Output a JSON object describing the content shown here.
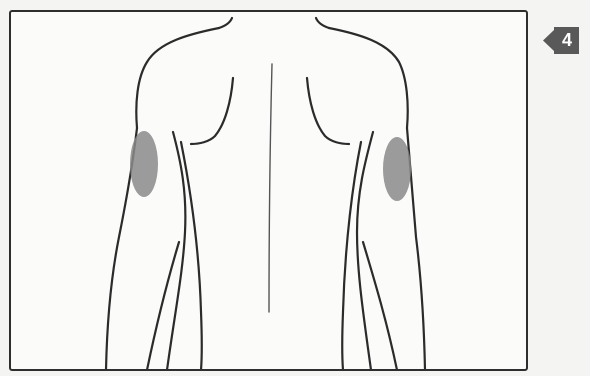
{
  "step_badge": {
    "number": "4",
    "color": "#595959"
  },
  "figure": {
    "outline_color": "#2b2b2b",
    "injection_site_color": "#8a8a8a",
    "injection_sites": [
      "left-upper-arm-back",
      "right-upper-arm-back"
    ]
  }
}
